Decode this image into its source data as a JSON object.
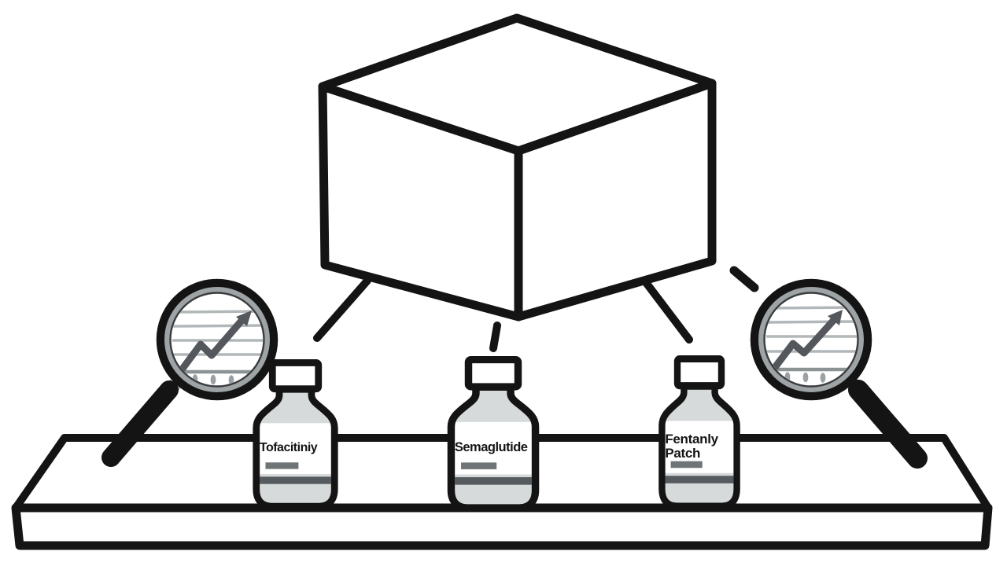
{
  "scene": {
    "background": "#ffffff",
    "ink": "#141414"
  },
  "cube": {
    "icon": "wireframe-cube-icon"
  },
  "shelf": {
    "icon": "display-shelf"
  },
  "connectors": {
    "style": "solid-lines-and-dash"
  },
  "magnifiers": {
    "left": {
      "icon": "magnifier-trend-chart-icon"
    },
    "right": {
      "icon": "magnifier-trend-chart-icon"
    }
  },
  "vials": [
    {
      "lines": [
        "Tofacitiniy"
      ]
    },
    {
      "lines": [
        "Semaglutide"
      ]
    },
    {
      "lines": [
        "Fentanly",
        "Patch"
      ]
    }
  ],
  "colors": {
    "ink": "#141414",
    "vial_body_gray": "#d7dadb",
    "vial_band_dark": "#565b5f",
    "vial_label_bar": "#6f7477",
    "lens_ring_gray": "#9ea3a6",
    "lens_inner_line": "#3a3c3e",
    "chart_gridline": "#b2b7b9",
    "chart_baseline": "#8d9395",
    "chart_tick": "#9aa0a3",
    "chart_arrow": "#54585c",
    "ferrule_gray": "#b0b4b6",
    "label_text": "#141414"
  }
}
